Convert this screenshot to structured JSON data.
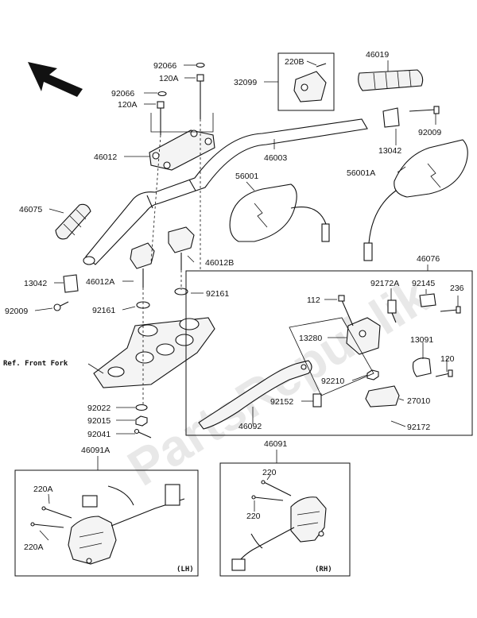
{
  "watermark": "PartsRepublik",
  "reference_note": "Ref. Front Fork",
  "callouts": {
    "p92066a": "92066",
    "p120a_a": "120A",
    "p92066b": "92066",
    "p120a_b": "120A",
    "p46012": "46012",
    "p46075": "46075",
    "p13042_l": "13042",
    "p92009_l": "92009",
    "p46012a": "46012A",
    "p92161_l": "92161",
    "p46012b": "46012B",
    "p92161_r": "92161",
    "p220b": "220B",
    "p32099": "32099",
    "p46019": "46019",
    "p46003": "46003",
    "p13042_r": "13042",
    "p92009_r": "92009",
    "p56001": "56001",
    "p56001a": "56001A",
    "p46076": "46076",
    "p112": "112",
    "p92172a": "92172A",
    "p92145": "92145",
    "p236": "236",
    "p13280": "13280",
    "p13091": "13091",
    "p120": "120",
    "p92210": "92210",
    "p27010": "27010",
    "p92152": "92152",
    "p46092": "46092",
    "p92172": "92172",
    "p92022": "92022",
    "p92015": "92015",
    "p92041": "92041",
    "p46091a": "46091A",
    "p220a_a": "220A",
    "p220a_b": "220A",
    "p46091": "46091",
    "p220_a": "220",
    "p220_b": "220"
  },
  "box_tags": {
    "lh": "(LH)",
    "rh": "(RH)"
  }
}
